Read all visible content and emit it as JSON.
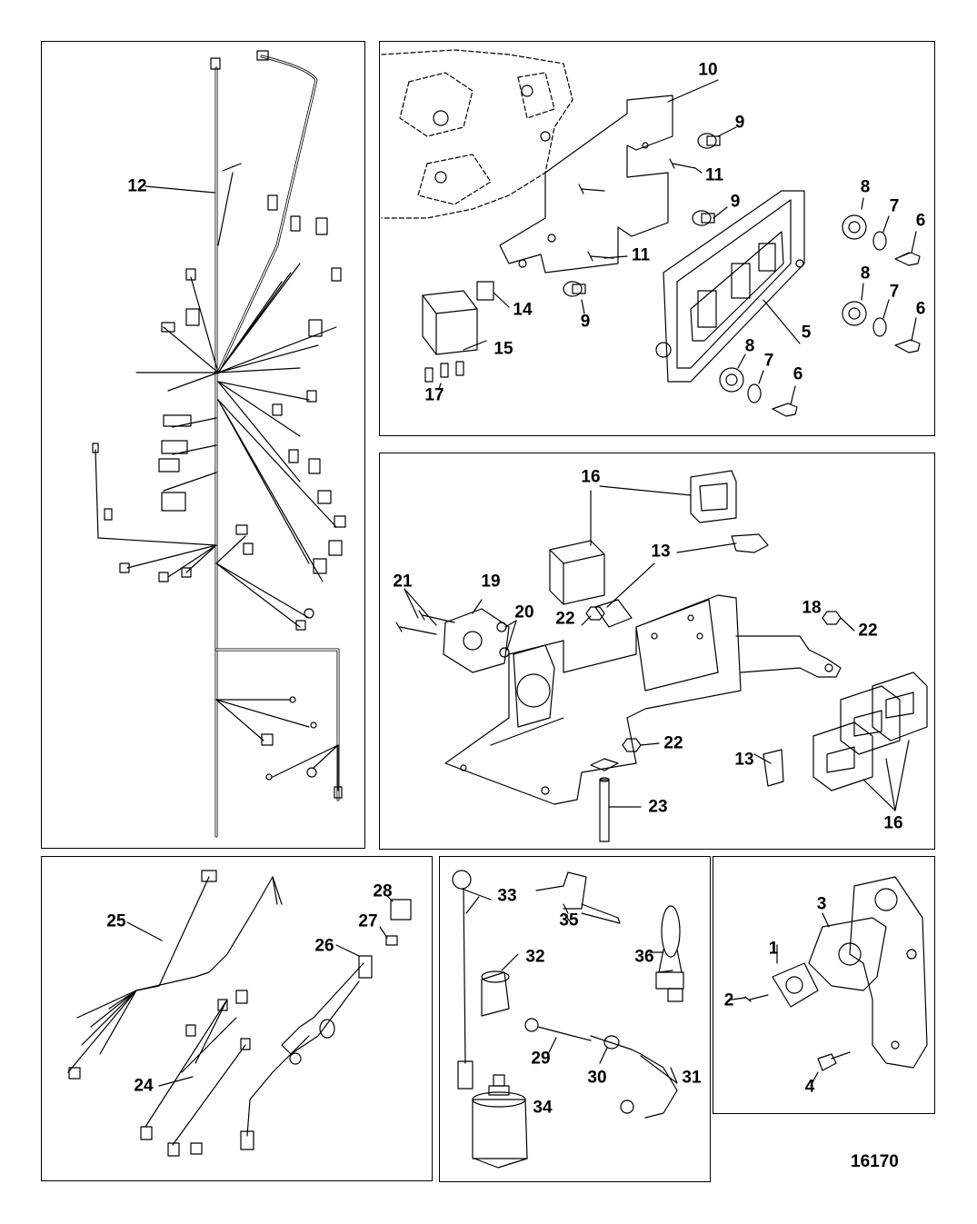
{
  "figure_number": "16170",
  "panels": {
    "harness": {
      "labels": [
        "12"
      ]
    },
    "ecm": {
      "labels": [
        "10",
        "9",
        "11",
        "9",
        "11",
        "9",
        "14",
        "15",
        "17",
        "8",
        "7",
        "6",
        "8",
        "7",
        "6",
        "8",
        "7",
        "6",
        "5"
      ]
    },
    "relays": {
      "labels": [
        "16",
        "16",
        "13",
        "13",
        "21",
        "19",
        "20",
        "22",
        "22",
        "22",
        "18",
        "23",
        "16"
      ]
    },
    "harnesses_lower": {
      "labels": [
        "25",
        "24",
        "28",
        "27",
        "26"
      ]
    },
    "sensors": {
      "labels": [
        "33",
        "35",
        "32",
        "36",
        "29",
        "30",
        "31",
        "34"
      ]
    },
    "bracket": {
      "labels": [
        "3",
        "1",
        "2",
        "4"
      ]
    }
  }
}
